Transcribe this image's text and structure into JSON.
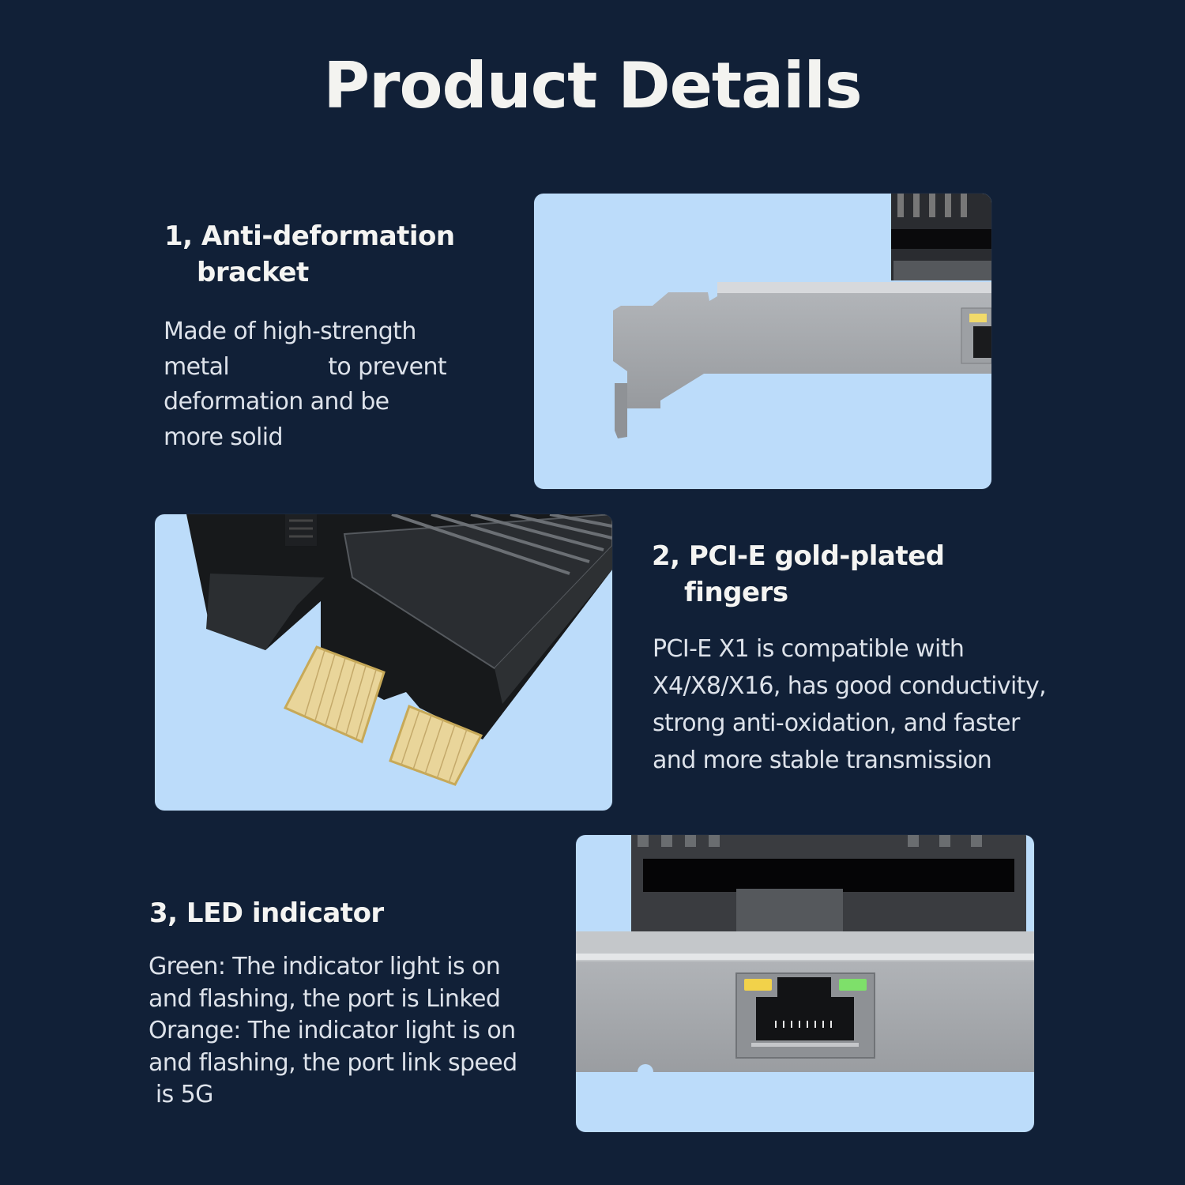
{
  "page": {
    "title": "Product Details"
  },
  "features": [
    {
      "heading_line1": "1, Anti-deformation",
      "heading_line2": "bracket",
      "description_lines": [
        "Made of high-strength",
        "metal              to prevent",
        "deformation and be",
        "more solid"
      ],
      "image": "low-profile-bracket-image"
    },
    {
      "heading_line1": "2, PCI-E gold-plated",
      "heading_line2": "fingers",
      "description_lines": [
        "PCI-E X1 is compatible with",
        "X4/X8/X16, has good conductivity,",
        "strong anti-oxidation, and faster",
        "and more stable transmission"
      ],
      "image": "gold-fingers-heatsink-image"
    },
    {
      "heading_line1": "3, LED indicator",
      "description_lines": [
        "Green: The indicator light is on",
        "and flashing, the port is Linked",
        "Orange: The indicator light is on",
        "and flashing, the port link speed",
        " is 5G"
      ],
      "image": "rj45-port-led-image"
    }
  ],
  "colors": {
    "background": "#112037",
    "panel": "#bcdcfa",
    "bracket_metal": "#a3a6aa",
    "heatsink": "#1b1d20",
    "gold": "#e9d59a",
    "led_orange": "#f2d24a",
    "led_green": "#7ee06a"
  }
}
